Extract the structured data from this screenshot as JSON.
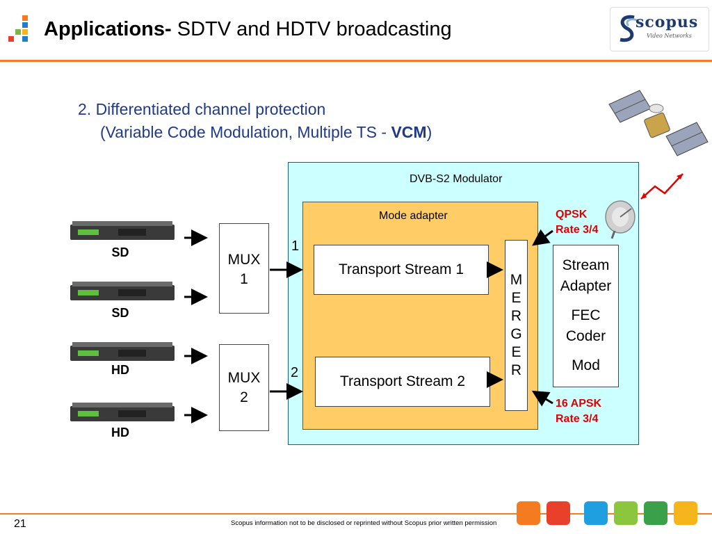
{
  "header": {
    "title_bold": "Applications-",
    "title_rest": " SDTV and HDTV broadcasting",
    "brand_name": "scopus",
    "brand_sub": "Video Networks"
  },
  "subtitle": {
    "line1": "2. Differentiated channel protection",
    "line2_prefix": "(Variable Code Modulation, Multiple TS - ",
    "line2_bold": "VCM",
    "line2_suffix": ")"
  },
  "diagram": {
    "modulator_label": "DVB-S2 Modulator",
    "adapter_label": "Mode adapter",
    "ts1_label": "Transport Stream 1",
    "ts2_label": "Transport Stream 2",
    "merger_letters": [
      "M",
      "E",
      "R",
      "G",
      "E",
      "R"
    ],
    "stream_adapter": [
      "Stream",
      "Adapter"
    ],
    "fec": [
      "FEC",
      "Coder"
    ],
    "mod": "Mod",
    "mux1": [
      "MUX",
      "1"
    ],
    "mux2": [
      "MUX",
      "2"
    ],
    "input1_num": "1",
    "input2_num": "2",
    "qpsk": [
      "QPSK",
      "Rate 3/4"
    ],
    "apsk": [
      "16 APSK",
      "Rate 3/4"
    ],
    "encoders": [
      "SD",
      "SD",
      "HD",
      "HD"
    ]
  },
  "footer": {
    "page_number": "21",
    "notice": "Scopus information not to be disclosed or reprinted without Scopus prior written permission"
  },
  "colors": {
    "accent_orange": "#f47b20",
    "text_blue": "#1f3a8a",
    "modulator_bg": "#ccffff",
    "adapter_bg": "#ffcc66",
    "alert_red": "#e00000"
  },
  "icons": [
    "satellite-icon",
    "dish-icon",
    "signal-bolt-icon",
    "encoder-device-icon",
    "logo-squares-icon"
  ]
}
